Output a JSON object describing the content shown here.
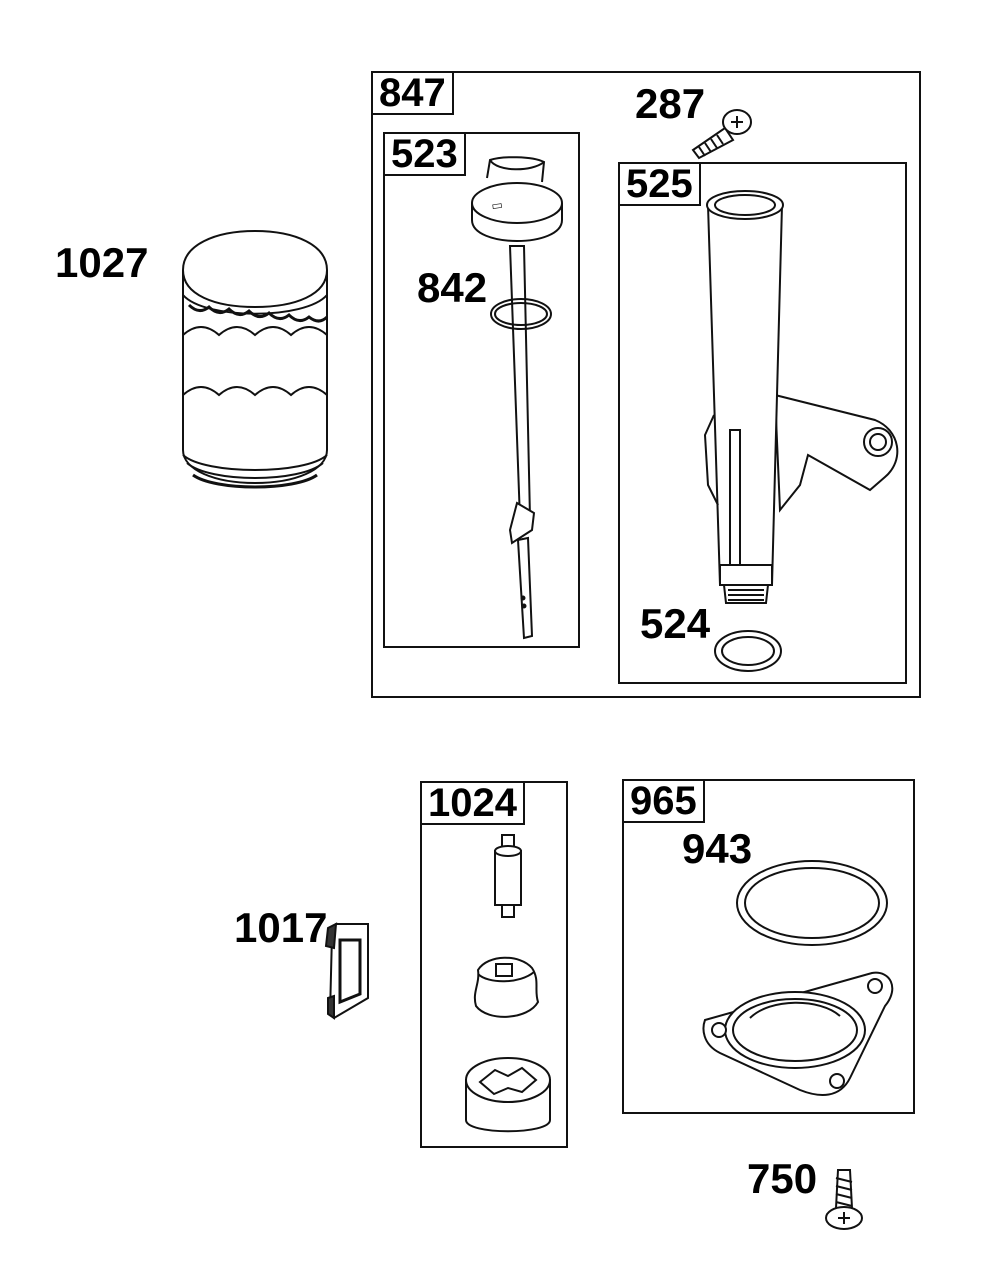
{
  "assemblies": {
    "a847": "847",
    "a523": "523",
    "a525": "525",
    "a1024": "1024",
    "a965": "965"
  },
  "parts": {
    "p1027": "1027",
    "p287": "287",
    "p842": "842",
    "p524": "524",
    "p943": "943",
    "p1017": "1017",
    "p750": "750"
  }
}
